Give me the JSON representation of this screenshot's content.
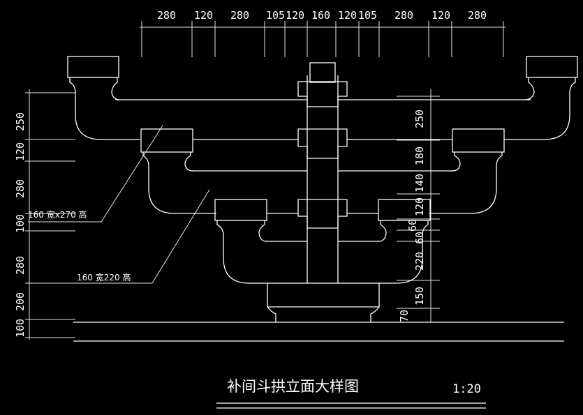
{
  "drawing": {
    "title": "补间斗拱立面大样图",
    "scale": "1:20",
    "top_dims": [
      "280",
      "120",
      "280",
      "105",
      "120",
      "160",
      "120",
      "105",
      "280",
      "120",
      "280"
    ],
    "left_dims": [
      "250",
      "120",
      "280",
      "100",
      "280",
      "200",
      "100"
    ],
    "right_dims": [
      "250",
      "180",
      "140",
      "120",
      "60",
      "60",
      "220",
      "150",
      "70"
    ],
    "note_upper": "160 宽x270 高",
    "note_lower": "160 宽220 高",
    "colors": {
      "background": "#000000",
      "line": "#ffffff"
    }
  }
}
